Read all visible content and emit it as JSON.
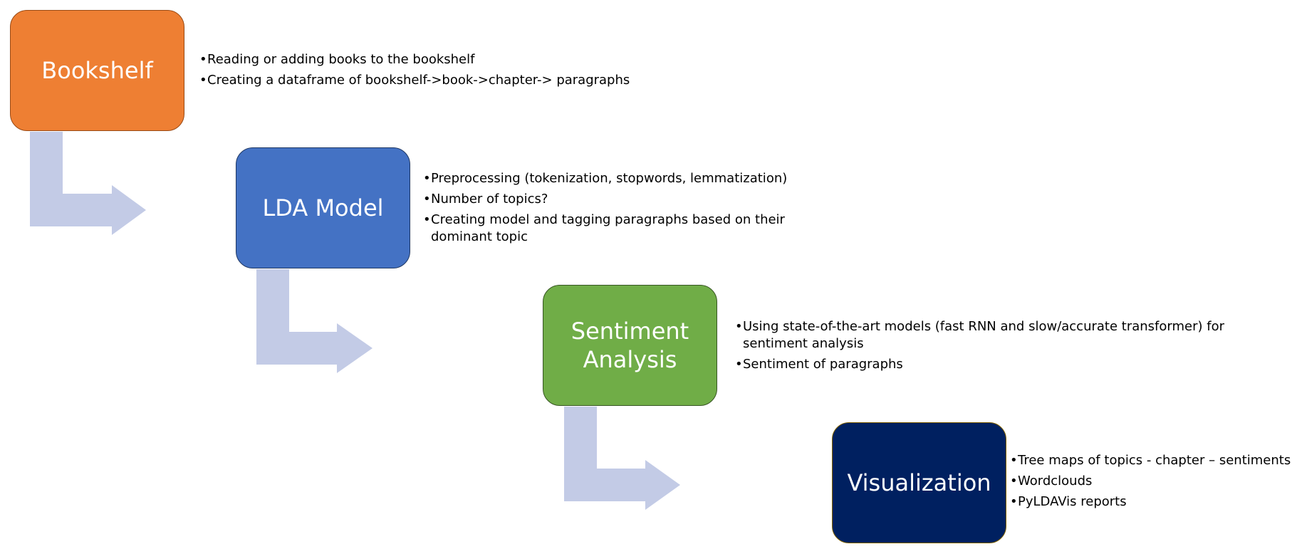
{
  "colors": {
    "arrow": "#c3cbe6",
    "bookshelf": "#ee7f33",
    "lda": "#4472c4",
    "sentiment": "#70ad47",
    "visualization": "#002060"
  },
  "stages": [
    {
      "id": "bookshelf",
      "title": "Bookshelf",
      "bullets": [
        "Reading or adding books to the bookshelf",
        "Creating a dataframe of bookshelf->book->chapter-> paragraphs"
      ]
    },
    {
      "id": "lda",
      "title": "LDA Model",
      "bullets": [
        "Preprocessing (tokenization, stopwords, lemmatization)",
        "Number of topics?",
        "Creating model and tagging paragraphs based on their dominant topic"
      ]
    },
    {
      "id": "sentiment",
      "title_line1": "Sentiment",
      "title_line2": "Analysis",
      "bullets": [
        "Using state-of-the-art models (fast RNN and slow/accurate transformer) for sentiment analysis",
        "Sentiment of paragraphs"
      ]
    },
    {
      "id": "visualization",
      "title": "Visualization",
      "bullets": [
        "Tree maps of topics - chapter – sentiments",
        "Wordclouds",
        "PyLDAVis reports"
      ]
    }
  ]
}
